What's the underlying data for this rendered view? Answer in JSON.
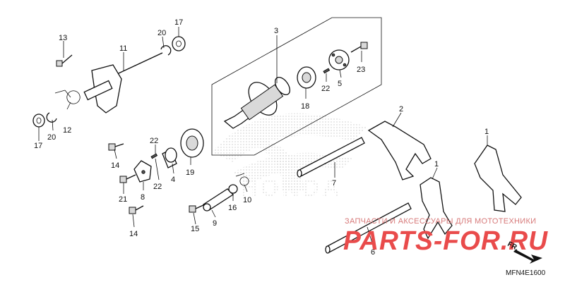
{
  "callouts": {
    "c1a": "1",
    "c1b": "1",
    "c2": "2",
    "c3": "3",
    "c4": "4",
    "c5": "5",
    "c6": "6",
    "c7": "7",
    "c8": "8",
    "c9": "9",
    "c10": "10",
    "c11": "11",
    "c12": "12",
    "c13": "13",
    "c14a": "14",
    "c14b": "14",
    "c15": "15",
    "c16": "16",
    "c17a": "17",
    "c17b": "17",
    "c18": "18",
    "c19": "19",
    "c20a": "20",
    "c20b": "20",
    "c21": "21",
    "c22a": "22",
    "c22b": "22",
    "c22c": "22",
    "c23": "23"
  },
  "watermark": {
    "brand_background": "HONDA",
    "caption": "ЗАПЧАСТИ И АКСЕССУАРЫ ДЛЯ МОТОТЕХНИКИ",
    "logo": "PARTS-FOR.RU"
  },
  "direction_label": "FR.",
  "diagram_code": "MFN4E1600",
  "colors": {
    "watermark_red": "#e94b4b",
    "watermark_text": "#d77a7a",
    "ink": "#111111"
  }
}
